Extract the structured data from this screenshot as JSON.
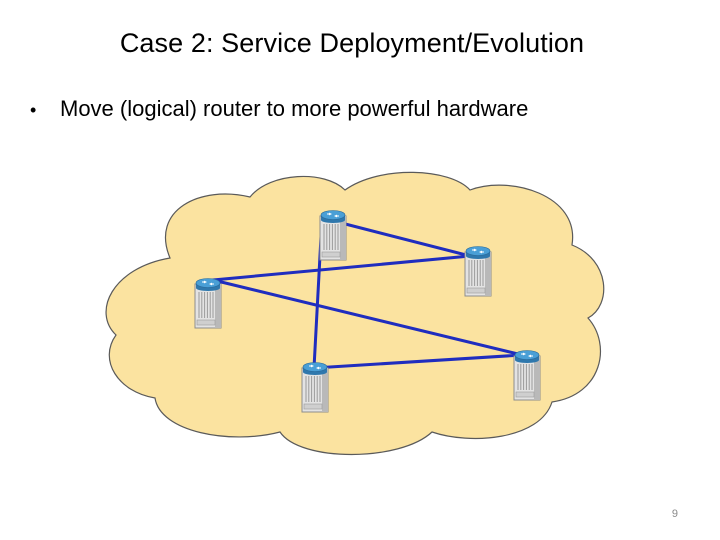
{
  "slide": {
    "title": "Case 2: Service Deployment/Evolution",
    "bullet": "Move (logical) router to more powerful hardware",
    "page_number": "9"
  },
  "diagram": {
    "cloud_fill": "#fbe3a0",
    "cloud_stroke": "#5a5a5a",
    "link_color": "#1f2dbf",
    "router_cap_color": "#4a9fd6",
    "routers": [
      {
        "id": "r1",
        "icon": "router-icon"
      },
      {
        "id": "r2",
        "icon": "router-icon"
      },
      {
        "id": "r3",
        "icon": "router-icon"
      },
      {
        "id": "r4",
        "icon": "router-icon"
      },
      {
        "id": "r5",
        "icon": "router-icon"
      }
    ],
    "links": [
      [
        "r1",
        "r2"
      ],
      [
        "r2",
        "r3"
      ],
      [
        "r3",
        "r5"
      ],
      [
        "r5",
        "r4"
      ],
      [
        "r4",
        "r1"
      ]
    ]
  }
}
